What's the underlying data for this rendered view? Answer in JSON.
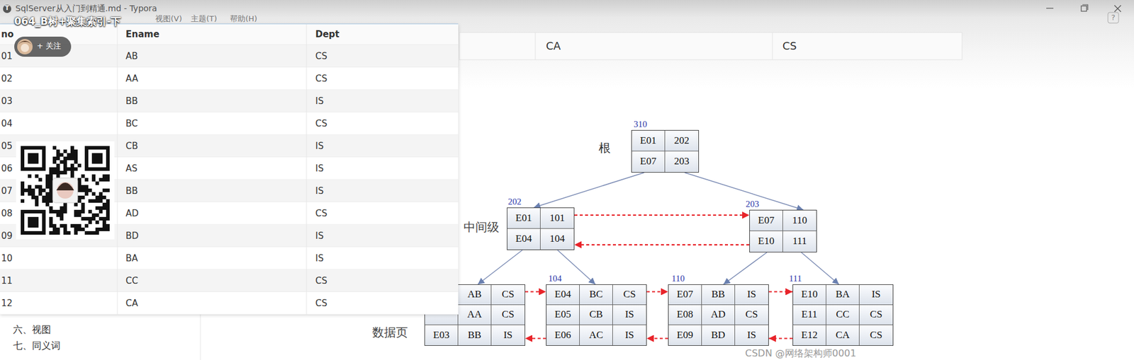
{
  "diagram": {
    "nodes": [
      {
        "text": [
          "310",
          "E01",
          "202",
          "E07",
          "203"
        ]
      },
      {
        "text": [
          "202",
          "E01",
          "101",
          "E04",
          "104"
        ]
      },
      {
        "text": [
          "203",
          "E07",
          "110",
          "E10",
          "111"
        ]
      },
      {
        "text": [
          "AB",
          "CS",
          "AA",
          "CS",
          "E03",
          "BB",
          "IS"
        ]
      },
      {
        "text": [
          "104",
          "E04",
          "BC",
          "CS",
          "E05",
          "CB",
          "IS",
          "E06",
          "AC",
          "IS"
        ]
      },
      {
        "text": [
          "110",
          "E07",
          "BB",
          "IS",
          "E08",
          "AD",
          "CS",
          "E09",
          "BD",
          "IS"
        ]
      },
      {
        "text": [
          "111",
          "E10",
          "BA",
          "IS",
          "E11",
          "CC",
          "CS",
          "E12",
          "CA",
          "CS"
        ]
      }
    ],
    "edges": [
      {
        "from": 0,
        "to": 1,
        "arrow": "to"
      },
      {
        "from": 0,
        "to": 2,
        "arrow": "to"
      },
      {
        "from": 1,
        "to": 3,
        "arrow": "to"
      },
      {
        "from": 1,
        "to": 4,
        "arrow": "to"
      },
      {
        "from": 2,
        "to": 5,
        "arrow": "to"
      },
      {
        "from": 2,
        "to": 6,
        "arrow": "to"
      },
      {
        "from": 1,
        "to": 2,
        "arrow": "to"
      },
      {
        "from": 2,
        "to": 1,
        "arrow": "to"
      },
      {
        "from": 3,
        "to": 4,
        "arrow": "to"
      },
      {
        "from": 4,
        "to": 3,
        "arrow": "to"
      },
      {
        "from": 4,
        "to": 5,
        "arrow": "to"
      },
      {
        "from": 5,
        "to": 4,
        "arrow": "to"
      },
      {
        "from": 5,
        "to": 6,
        "arrow": "to"
      },
      {
        "from": 6,
        "to": 5,
        "arrow": "to"
      }
    ],
    "labels": [
      "T",
      "SqlServer从入门到精通.md - Typora",
      "064_B树+聚集索引-下",
      "视图(V)",
      "主题(T)",
      "帮助(H)",
      "+ 关注",
      "?",
      "CA",
      "CS",
      "no",
      "Ename",
      "Dept",
      "01",
      "AB",
      "CS",
      "02",
      "AA",
      "CS",
      "03",
      "BB",
      "IS",
      "04",
      "BC",
      "CS",
      "05",
      "CB",
      "IS",
      "06",
      "AS",
      "IS",
      "07",
      "BB",
      "IS",
      "08",
      "AD",
      "CS",
      "09",
      "BD",
      "IS",
      "10",
      "BA",
      "IS",
      "11",
      "CC",
      "CS",
      "12",
      "CA",
      "CS",
      "根",
      "中间级",
      "数据页",
      "六、视图",
      "七、同义词",
      "CSDN @网络架构师0001"
    ]
  }
}
